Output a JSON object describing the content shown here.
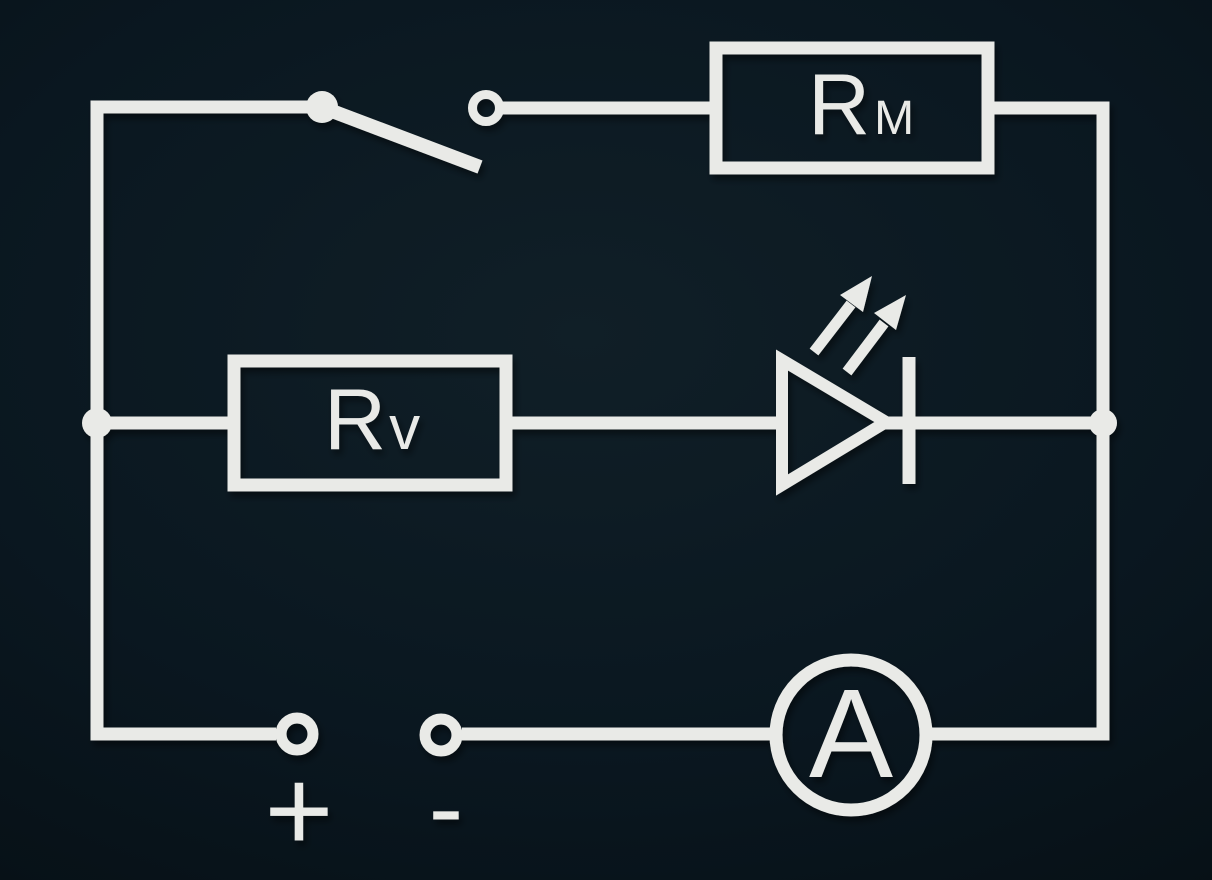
{
  "colors": {
    "background": "#0a1720",
    "background_center": "#101f27",
    "background_edge": "#060f14",
    "wire": "#e9eae7"
  },
  "circuit": {
    "resistor_top": {
      "label_main": "R",
      "label_sub": "M"
    },
    "resistor_middle": {
      "label_main": "R",
      "label_sub": "v"
    },
    "ammeter": {
      "label": "A"
    },
    "terminal_positive": {
      "label": "+"
    },
    "terminal_negative": {
      "label": "-"
    },
    "switch": {
      "state": "open"
    },
    "led": {
      "kind": "light-emitting-diode"
    }
  }
}
